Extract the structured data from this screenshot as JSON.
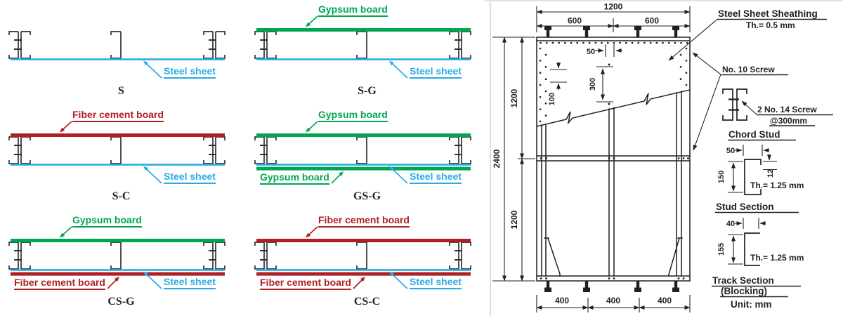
{
  "colors": {
    "green": "#00A651",
    "blue": "#29ABE2",
    "red": "#B01F24",
    "line_dark": "#231F20",
    "stud": "#2E3238"
  },
  "sections": [
    {
      "name": "S",
      "steel_label": "Steel sheet"
    },
    {
      "name": "S-G",
      "top_label": "Gypsum board",
      "top_board": "green",
      "steel_label": "Steel sheet"
    },
    {
      "name": "S-C",
      "top_label": "Fiber cement board",
      "top_board": "red",
      "steel_label": "Steel sheet"
    },
    {
      "name": "GS-G",
      "top_label": "Gypsum board",
      "top_board": "green",
      "bottom_left_label": "Gypsum board",
      "bottom_board": "green",
      "steel_label": "Steel sheet"
    },
    {
      "name": "CS-G",
      "top_label": "Gypsum board",
      "top_board": "green",
      "bottom_left_label": "Fiber cement board",
      "bottom_board": "red",
      "steel_label": "Steel sheet"
    },
    {
      "name": "CS-C",
      "top_label": "Fiber cement board",
      "top_board": "red",
      "bottom_left_label": "Fiber cement board",
      "bottom_board": "red",
      "steel_label": "Steel sheet"
    }
  ],
  "drawing": {
    "dims": {
      "overall_width": "1200",
      "left_half": "600",
      "right_half": "600",
      "screw_50": "50",
      "screw_300": "300",
      "screw_100": "100",
      "overall_height": "2400",
      "upper_half": "1200",
      "lower_half": "1200",
      "bottom_a": "400",
      "bottom_b": "400",
      "bottom_c": "400"
    },
    "labels": {
      "sheathing": "Steel Sheet Sheathing",
      "sheathing_th": "Th.= 0.5 mm",
      "no10": "No. 10  Screw",
      "no14": "2 No. 14  Screw",
      "no14_at": "@300mm",
      "chord": "Chord Stud",
      "stud_flange": "50",
      "stud_lip": "12",
      "stud_web": "150",
      "stud_th": "Th.= 1.25 mm",
      "stud_heading": "Stud Section",
      "track_flange": "40",
      "track_web": "155",
      "track_th": "Th.= 1.25 mm",
      "track_heading": "Track Section",
      "track_sub": "(Blocking)",
      "unit": "Unit: mm"
    }
  }
}
